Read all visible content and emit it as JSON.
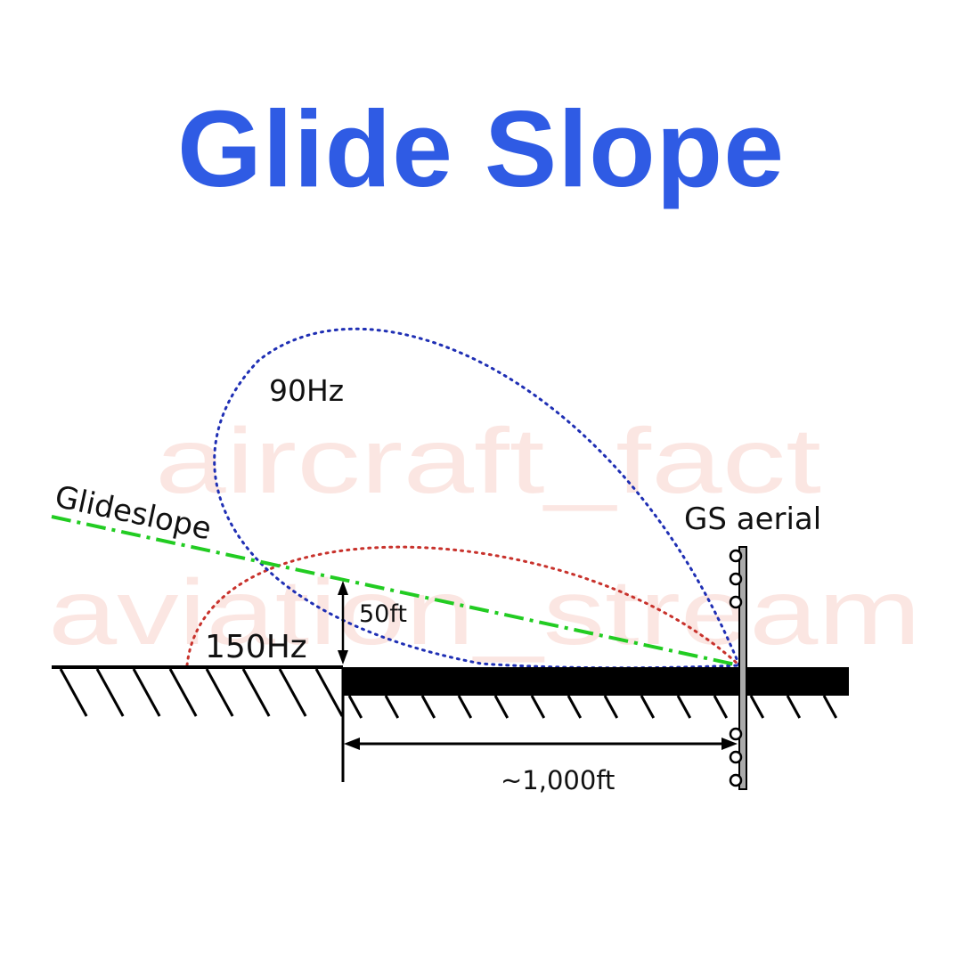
{
  "title": "Glide Slope",
  "colors": {
    "title": "#2f5be4",
    "lobe_90hz": "#1f2fb4",
    "lobe_150hz": "#c8322c",
    "glideslope": "#22cc22",
    "ground": "#000000",
    "watermark": "#fbe6e2"
  },
  "labels": {
    "lobe_90hz": "90Hz",
    "lobe_150hz": "150Hz",
    "glideslope": "Glideslope",
    "height": "50ft",
    "antenna": "GS aerial",
    "distance": "~1,000ft"
  },
  "watermark": {
    "line1": "aircraft_fact",
    "line2": "aviation_stream"
  }
}
